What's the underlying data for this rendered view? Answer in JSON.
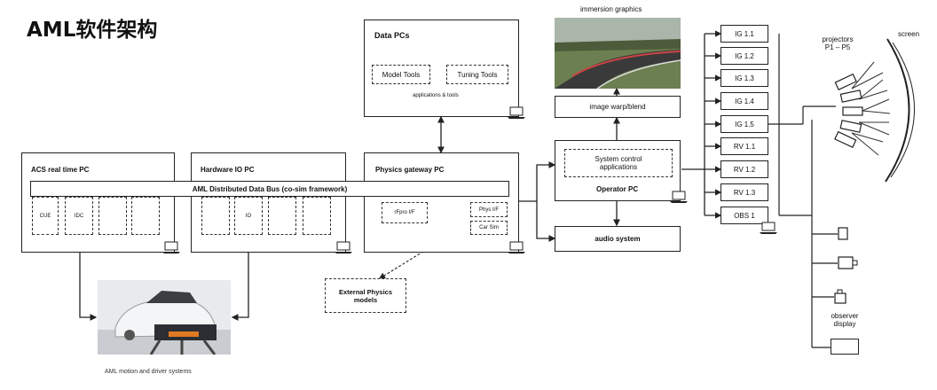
{
  "title": "AML软件架构",
  "data_pcs": {
    "label": "Data PCs",
    "model_tools": "Model Tools",
    "tuning_tools": "Tuning Tools",
    "caption": "applications & tools"
  },
  "immersion": {
    "label": "immersion graphics"
  },
  "image_warp": "image warp/blend",
  "operator": {
    "sys_control_line1": "System control",
    "sys_control_line2": "applications",
    "label": "Operator PC"
  },
  "audio": "audio system",
  "acs": {
    "label": "ACS real time PC",
    "cue": "CUE",
    "idc": "IDC"
  },
  "hwio": {
    "label": "Hardware IO PC",
    "io": "IO"
  },
  "physics": {
    "label": "Physics gateway PC",
    "rfpro": "rFpro I/F",
    "phys_if": "Phys I/F",
    "car_sim": "Car Sim"
  },
  "bus": "AML Distributed Data Bus (co-sim framework)",
  "external": {
    "line1": "External Physics",
    "line2": "models"
  },
  "ig_list": [
    "IG 1.1",
    "IG 1.2",
    "IG 1.3",
    "IG 1.4",
    "IG 1.5",
    "RV 1.1",
    "RV 1.2",
    "RV 1.3",
    "OBS 1"
  ],
  "projectors": {
    "line1": "projectors",
    "line2": "P1 – P5"
  },
  "screen": "screen",
  "observer": {
    "line1": "observer",
    "line2": "display"
  },
  "motion_caption": "AML motion and driver systems"
}
